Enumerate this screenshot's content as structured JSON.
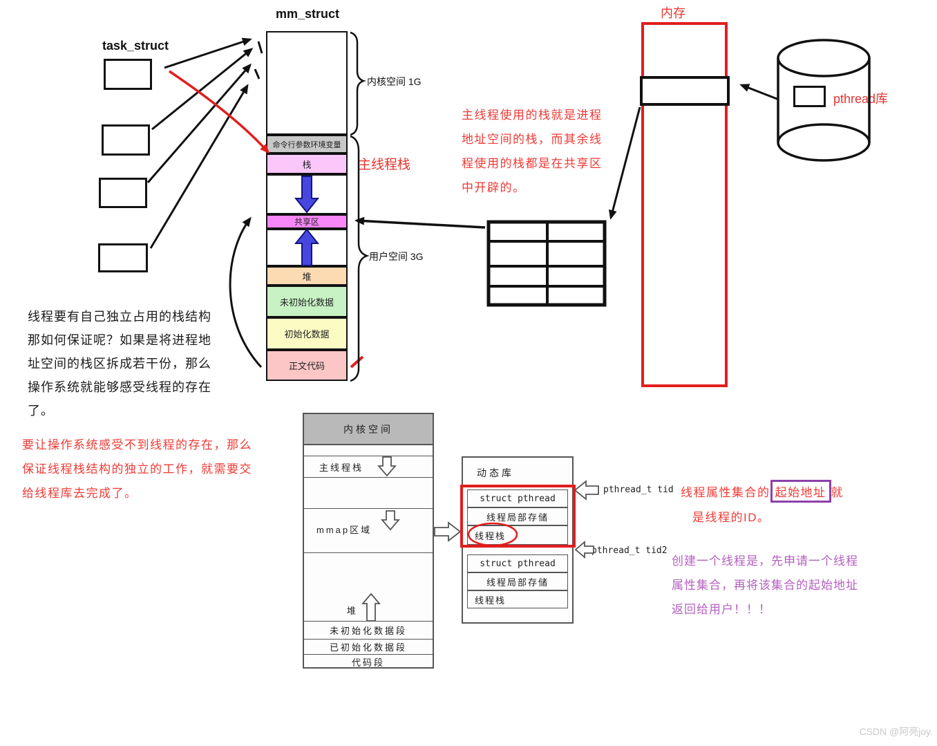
{
  "colors": {
    "red_accent": "#e8332e",
    "purple_text": "#b560c0",
    "purple_box": "#8d3fa8",
    "stack_pink": "#fbc7fb",
    "shared_magenta": "#fa87fa",
    "heap_peach": "#fcdab2",
    "uninit_green": "#c8f2c4",
    "init_yellow": "#fbfbc3",
    "code_pink": "#fcc6c6",
    "cmdline_gray": "#c8c8c8",
    "blue_arrow": "#4747e0"
  },
  "labels": {
    "task_struct": "task_struct",
    "mm_struct": "mm_struct",
    "memory": "内存",
    "pthread_lib": "pthread库",
    "kernel_space": "内核空间 1G",
    "user_space": "用户空间 3G",
    "main_thread_stack": "主线程栈"
  },
  "mm_segments": {
    "cmdline": "命令行参数环境变量",
    "stack": "栈",
    "shared": "共享区",
    "heap": "堆",
    "uninit": "未初始化数据",
    "init": "初始化数据",
    "code": "正文代码"
  },
  "notes": {
    "black_left": [
      "线程要有自己独立占用的栈结构",
      "那如何保证呢？如果是将进程地",
      "址空间的栈区拆成若干份，那么",
      "操作系统就能够感受线程的存在",
      "了。"
    ],
    "red_left": [
      "要让操作系统感受不到线程的存在，那么",
      "保证线程栈结构的独立的工作，就需要交",
      "给线程库去完成了。"
    ],
    "red_mid": [
      "主线程使用的栈就是进程",
      "地址空间的栈，而其余线",
      "程使用的栈都是在共享区",
      "中开辟的。"
    ],
    "red_right_prefix": "线程属性集合的",
    "red_right_boxed": "起始地址",
    "red_right_suffix": "就",
    "red_right_line2": "是线程的ID。",
    "purple_right": [
      "创建一个线程是，先申请一个线程",
      "属性集合，再将该集合的起始地址",
      "返回给用户！！！"
    ]
  },
  "bottom_diagram": {
    "kernel_space": "内核空间",
    "main_thread_stack": "主线程栈",
    "mmap_area": "mmap区域",
    "heap": "堆",
    "uninit_seg": "未初始化数据段",
    "init_seg": "已初始化数据段",
    "code_seg": "代码段"
  },
  "dynlib": {
    "title": "动态库",
    "group1": [
      "struct pthread",
      "线程局部存储",
      "线程栈"
    ],
    "group2": [
      "struct pthread",
      "线程局部存储",
      "线程栈"
    ],
    "tid1": "pthread_t tid",
    "tid2": "pthread_t tid2"
  },
  "watermark": "CSDN @阿亮joy."
}
